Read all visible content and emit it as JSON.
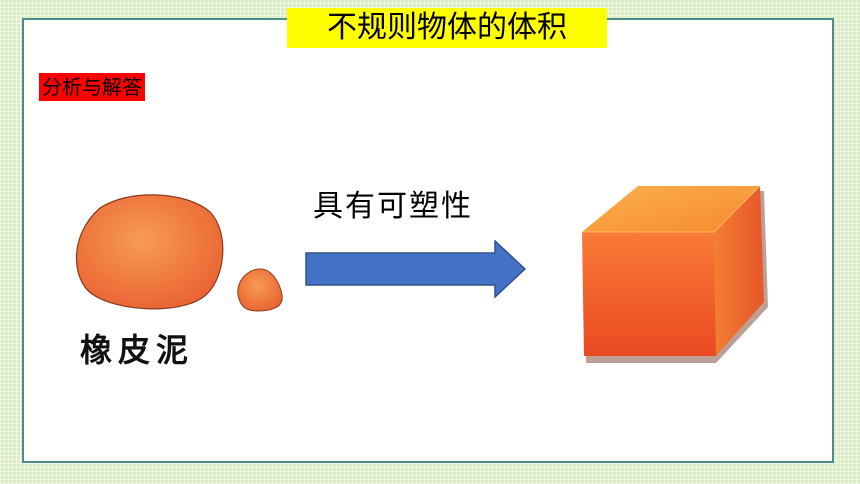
{
  "slide": {
    "title": "不规则物体的体积",
    "tag": "分析与解答",
    "left_caption": "橡皮泥",
    "arrow_caption": "具有可塑性"
  },
  "illustrations": {
    "left": "clay-blobs",
    "middle": "right-arrow",
    "right": "clay-cube"
  },
  "colors": {
    "title_bg": "#ffff00",
    "tag_bg": "#ff0000",
    "arrow": "#4472c4",
    "clay_light": "#f7a14a",
    "clay_dark": "#ea5a2a",
    "frame": "#4e8c8a"
  }
}
